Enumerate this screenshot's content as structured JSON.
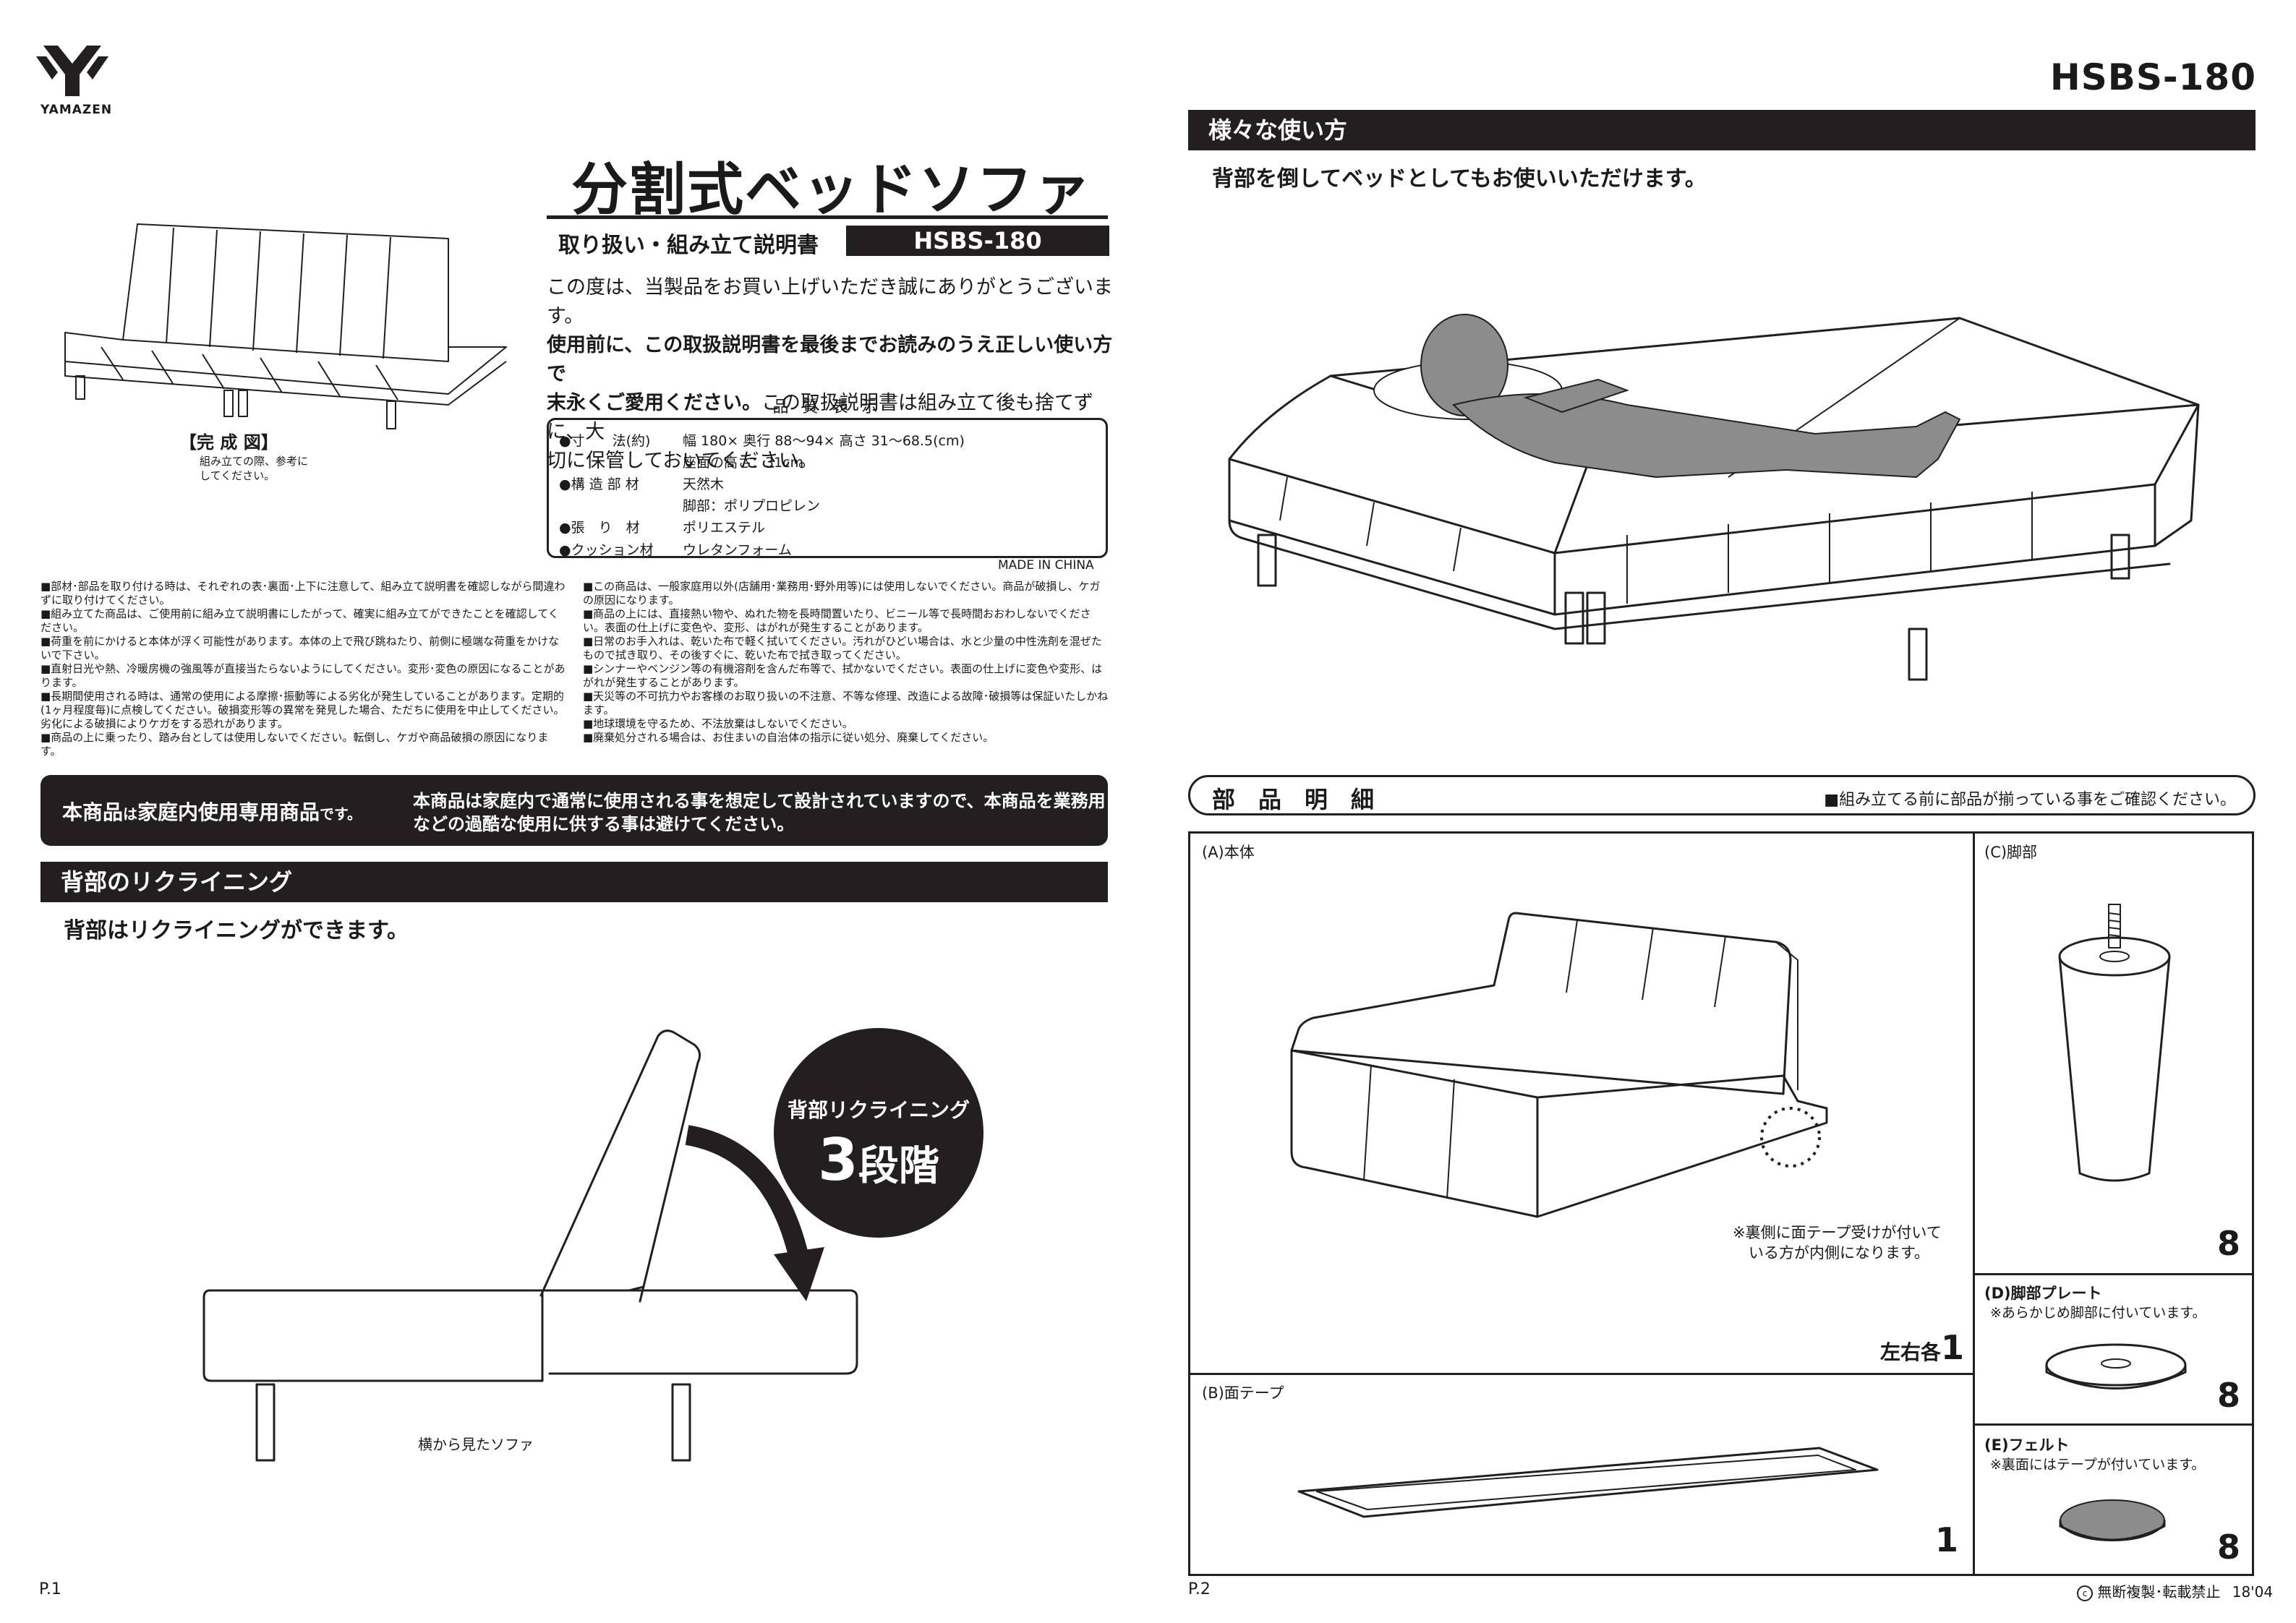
{
  "brand": {
    "name": "YAMAZEN"
  },
  "model": "HSBS-180",
  "product": {
    "title": "分割式ベッドソファ",
    "subtitle": "取り扱い・組み立て説明書",
    "model_tag": "HSBS-180"
  },
  "completed": {
    "label": "【完 成 図】",
    "note": "組み立ての際、参考にしてください。"
  },
  "intro": {
    "line1": "この度は、当製品をお買い上げいただき誠にありがとうございます。",
    "line2": "使用前に、この取扱説明書を最後までお読みのうえ正しい使い方で",
    "line3_bold": "末永くご愛用ください。",
    "line3_rest": "この取扱説明書は組み立て後も捨てずに、大",
    "line4": "切に保管しておいてください。"
  },
  "quality": {
    "title": "品 質 表 示",
    "rows": [
      {
        "key": "●寸　　法(約)",
        "value": "幅 180× 奥行 88～94× 高さ 31～68.5(cm)"
      },
      {
        "key": "",
        "value": "座面の高さ：31cm"
      },
      {
        "key": "●構 造 部 材",
        "value": "天然木"
      },
      {
        "key": "",
        "value": "脚部：ポリプロピレン"
      },
      {
        "key": "●張　り　材",
        "value": "ポリエステル"
      },
      {
        "key": "●クッション材",
        "value": "ウレタンフォーム"
      }
    ],
    "origin": "MADE IN CHINA"
  },
  "cautions_left": [
    "■部材･部品を取り付ける時は、それぞれの表･裏面･上下に注意して、組み立て説明書を確認しながら間違わずに取り付けてください。",
    "■組み立てた商品は、ご使用前に組み立て説明書にしたがって、確実に組み立てができたことを確認してください。",
    "■荷重を前にかけると本体が浮く可能性があります。本体の上で飛び跳ねたり、前側に極端な荷重をかけないで下さい。",
    "■直射日光や熱、冷暖房機の強風等が直接当たらないようにしてください。変形･変色の原因になることがあります。",
    "■長期間使用される時は、通常の使用による摩擦･振動等による劣化が発生していることがあります。定期的(1ヶ月程度毎)に点検してください。破損変形等の異常を発見した場合、ただちに使用を中止してください。劣化による破損によりケガをする恐れがあります。",
    "■商品の上に乗ったり、踏み台としては使用しないでください。転倒し、ケガや商品破損の原因になります。"
  ],
  "cautions_right": [
    "■この商品は、一般家庭用以外(店舗用･業務用･野外用等)には使用しないでください。商品が破損し、ケガの原因になります。",
    "■商品の上には、直接熱い物や、ぬれた物を長時間置いたり、ビニール等で長時間おおわしないでください。表面の仕上げに変色や、変形、はがれが発生することがあります。",
    "■日常のお手入れは、乾いた布で軽く拭いてください。汚れがひどい場合は、水と少量の中性洗剤を混ぜたもので拭き取り、その後すぐに、乾いた布で拭き取ってください。",
    "■シンナーやベンジン等の有機溶剤を含んだ布等で、拭かないでください。表面の仕上げに変色や変形、はがれが発生することがあります。",
    "■天災等の不可抗力やお客様のお取り扱いの不注意、不等な修理、改造による故障･破損等は保証いたしかねます。",
    "■地球環境を守るため、不法放棄はしないでください。",
    "■廃棄処分される場合は、お住まいの自治体の指示に従い処分、廃棄してください。"
  ],
  "home_use": {
    "title_a": "本商品",
    "title_b": "は",
    "title_c": "家庭内使用専用商品",
    "title_d": "です。",
    "text_line1": "本商品は家庭内で通常に使用される事を想定して設計されていますので、本商品を業務用",
    "text_line2": "などの過酷な使用に供する事は避けてください。"
  },
  "reclining": {
    "header": "背部のリクライニング",
    "text": "背部はリクライニングができます。",
    "badge_line1": "背部リクライニング",
    "badge_num": "3",
    "badge_unit": "段階",
    "caption": "横から見たソファ"
  },
  "usage": {
    "header": "様々な使い方",
    "text": "背部を倒してベッドとしてもお使いいただけます。"
  },
  "parts": {
    "header": "部　品　明　細",
    "note": "■組み立てる前に部品が揃っている事をご確認ください。",
    "a": {
      "label": "(A)本体",
      "note_line1": "※裏側に面テープ受けが付いて",
      "note_line2": "いる方が内側になります。",
      "count_label": "左右各",
      "count": "1"
    },
    "b": {
      "label": "(B)面テープ",
      "count": "1"
    },
    "c": {
      "label": "(C)脚部",
      "count": "8"
    },
    "d": {
      "label": "(D)脚部プレート",
      "note": "※あらかじめ脚部に付いています。",
      "count": "8"
    },
    "e": {
      "label": "(E)フェルト",
      "note": "※裏面にはテープが付いています。",
      "count": "8"
    }
  },
  "footer": {
    "page1": "P.1",
    "page2": "P.2",
    "copyright": "無断複製･転載禁止",
    "date": "18'04"
  },
  "colors": {
    "ink": "#231f20",
    "figure": "#8c8c8c",
    "paper": "#ffffff"
  },
  "icons": [
    "yamazen-logo-icon",
    "copyright-icon",
    "curved-arrow-icon"
  ]
}
